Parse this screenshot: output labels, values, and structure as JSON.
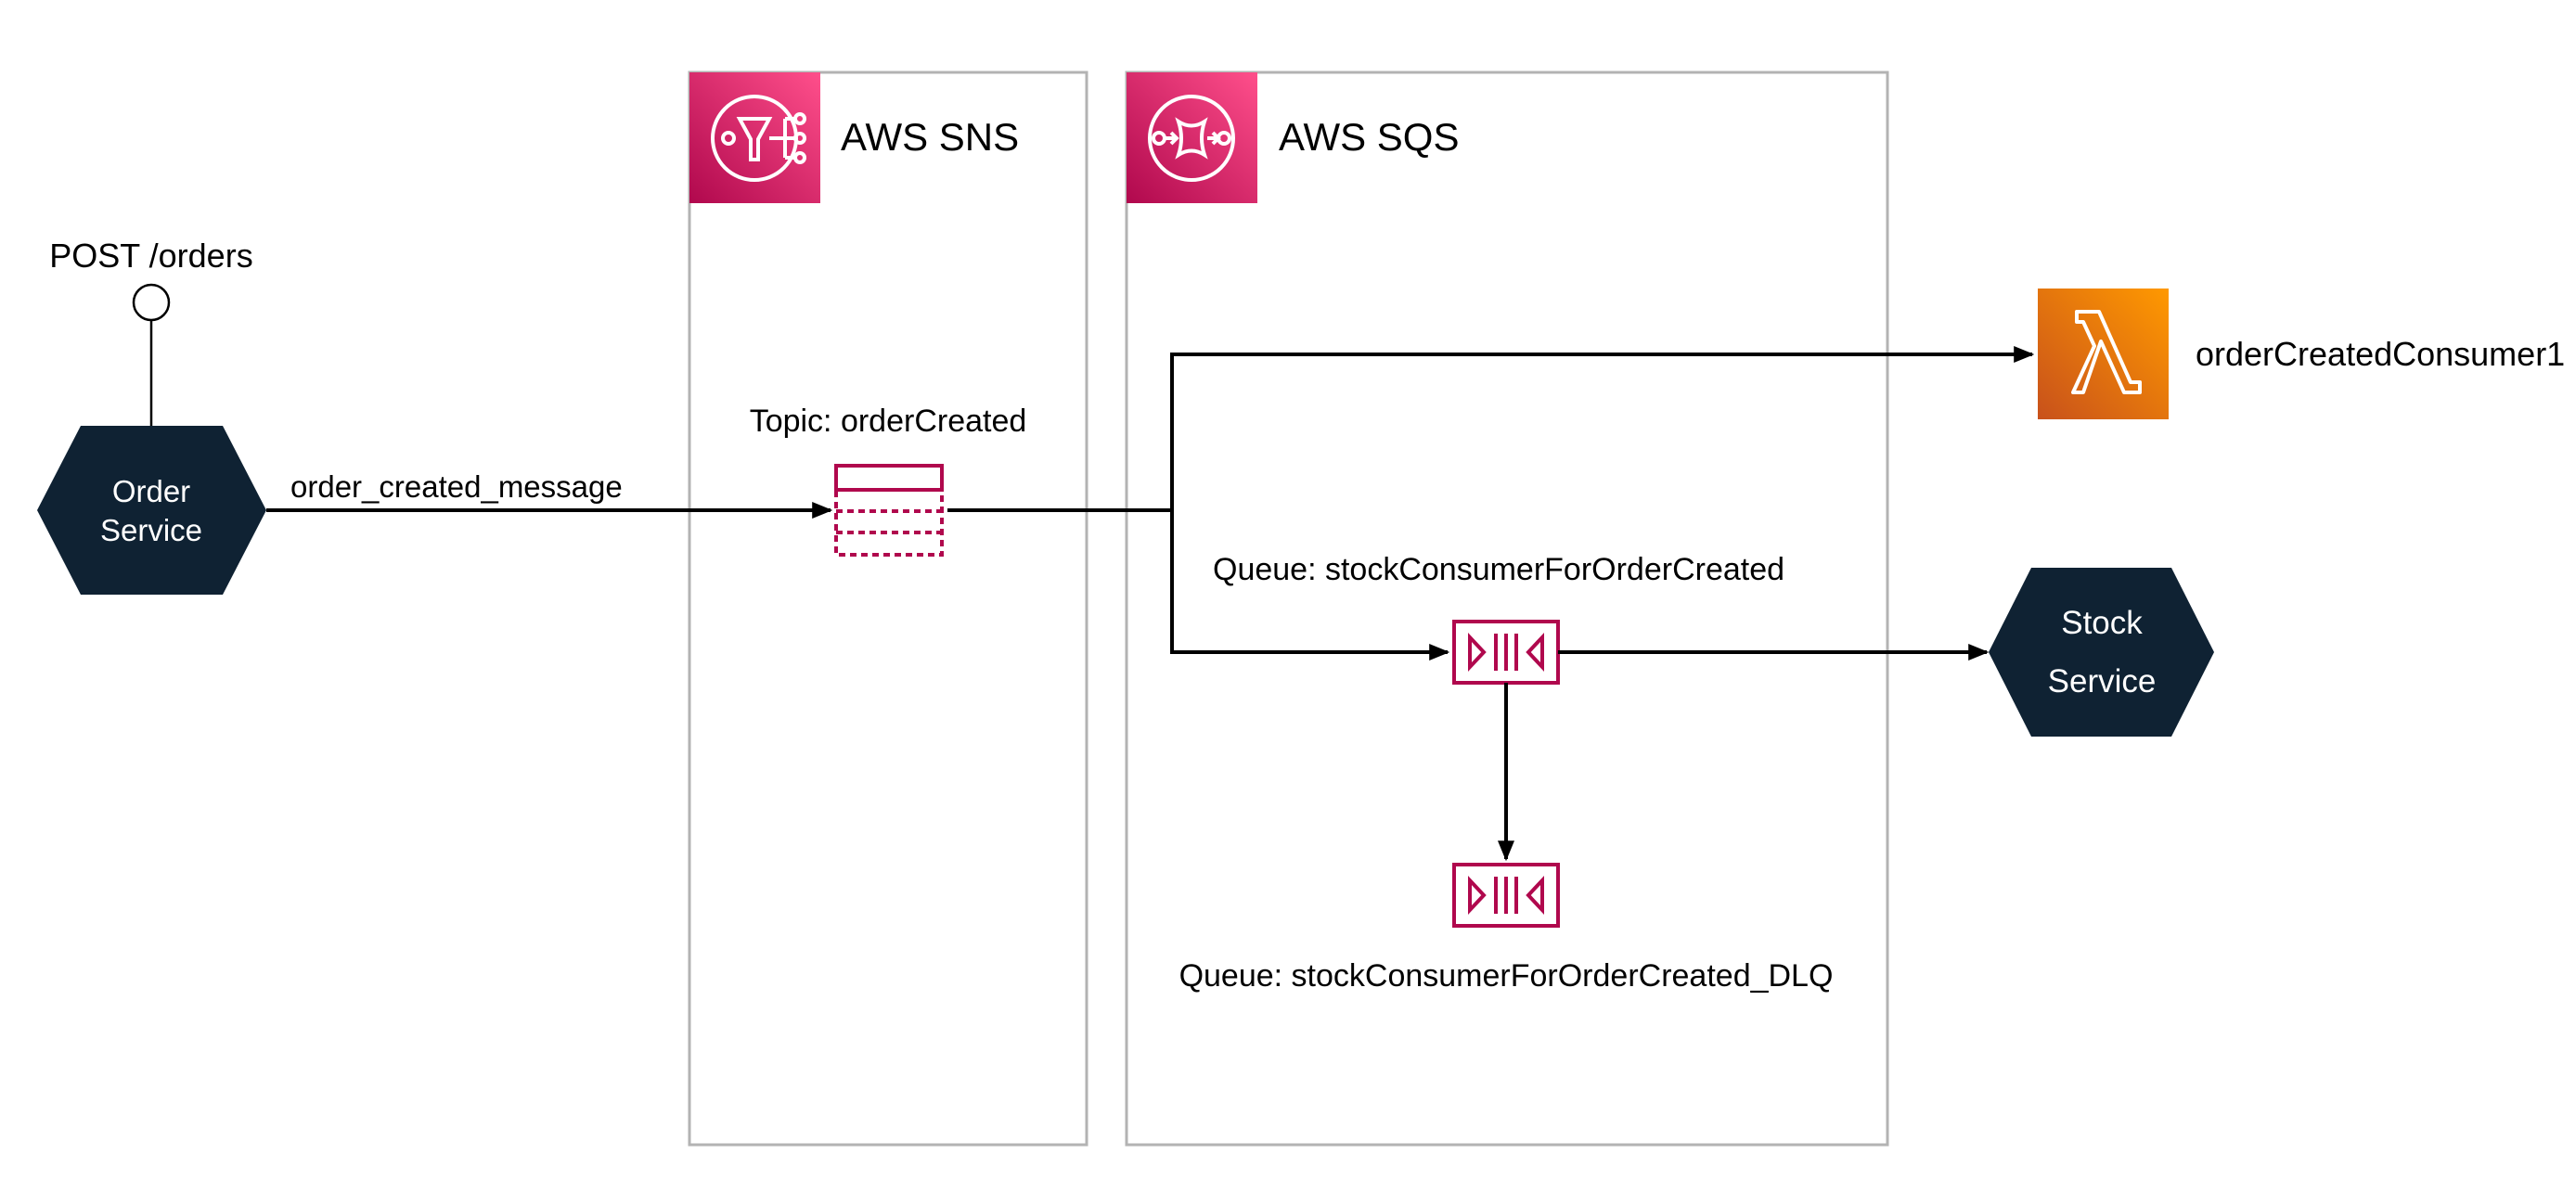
{
  "endpoint": {
    "label": "POST /orders"
  },
  "order_service": {
    "line1": "Order",
    "line2": "Service"
  },
  "message": {
    "label": "order_created_message"
  },
  "sns_group": {
    "title": "AWS SNS",
    "icon": "sns-icon",
    "color": "#C7305A"
  },
  "sqs_group": {
    "title": "AWS SQS",
    "icon": "sqs-icon",
    "color": "#C7305A"
  },
  "topic": {
    "label": "Topic: orderCreated",
    "icon": "sns-topic-icon",
    "color": "#B0084D"
  },
  "queue_main": {
    "label": "Queue: stockConsumerForOrderCreated",
    "icon": "sqs-queue-icon",
    "color": "#B0084D"
  },
  "queue_dlq": {
    "label": "Queue: stockConsumerForOrderCreated_DLQ",
    "icon": "sqs-queue-icon",
    "color": "#B0084D"
  },
  "lambda": {
    "label": "orderCreatedConsumer1",
    "icon": "lambda-icon",
    "color": "#E7812F"
  },
  "stock_service": {
    "line1": "Stock",
    "line2": "Service"
  },
  "colors": {
    "service_fill": "#0F2233",
    "edge": "#000000",
    "group_border": "#B3B3B3"
  }
}
